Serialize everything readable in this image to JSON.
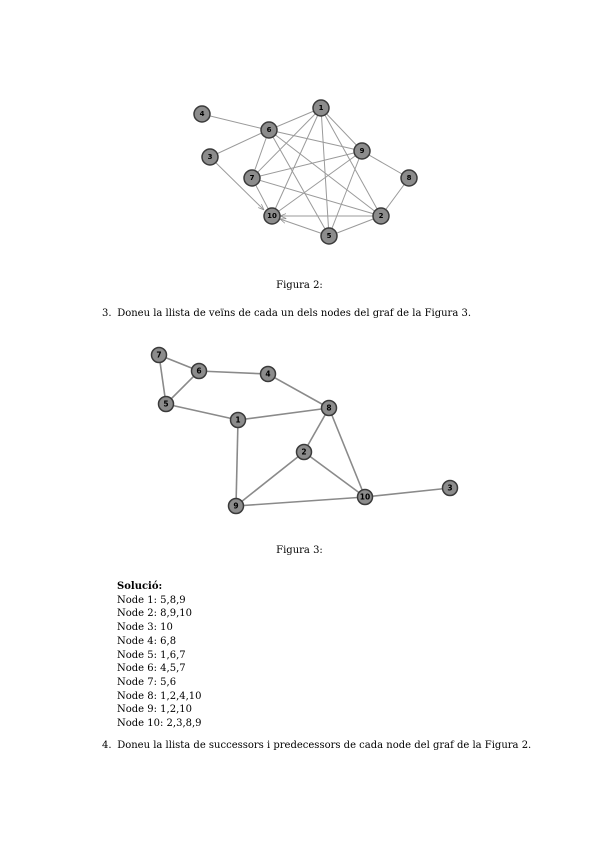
{
  "figure2": {
    "caption": "Figura 2:",
    "nodes": [
      "1",
      "2",
      "3",
      "4",
      "5",
      "6",
      "7",
      "8",
      "9",
      "10"
    ]
  },
  "question3": {
    "number": "3.",
    "text": "Doneu la llista de veïns de cada un dels nodes del graf de la Figura 3."
  },
  "figure3": {
    "caption": "Figura 3:",
    "nodes": [
      "1",
      "2",
      "3",
      "4",
      "5",
      "6",
      "7",
      "8",
      "9",
      "10"
    ]
  },
  "solution": {
    "title": "Solució:",
    "lines": [
      "Node 1: 5,8,9",
      "Node 2: 8,9,10",
      "Node 3: 10",
      "Node 4: 6,8",
      "Node 5: 1,6,7",
      "Node 6: 4,5,7",
      "Node 7: 5,6",
      "Node 8: 1,2,4,10",
      "Node 9: 1,2,10",
      "Node 10: 2,3,8,9"
    ]
  },
  "question4": {
    "number": "4.",
    "text": "Doneu la llista de successors i predecessors de cada node del graf de la Figura 2."
  }
}
